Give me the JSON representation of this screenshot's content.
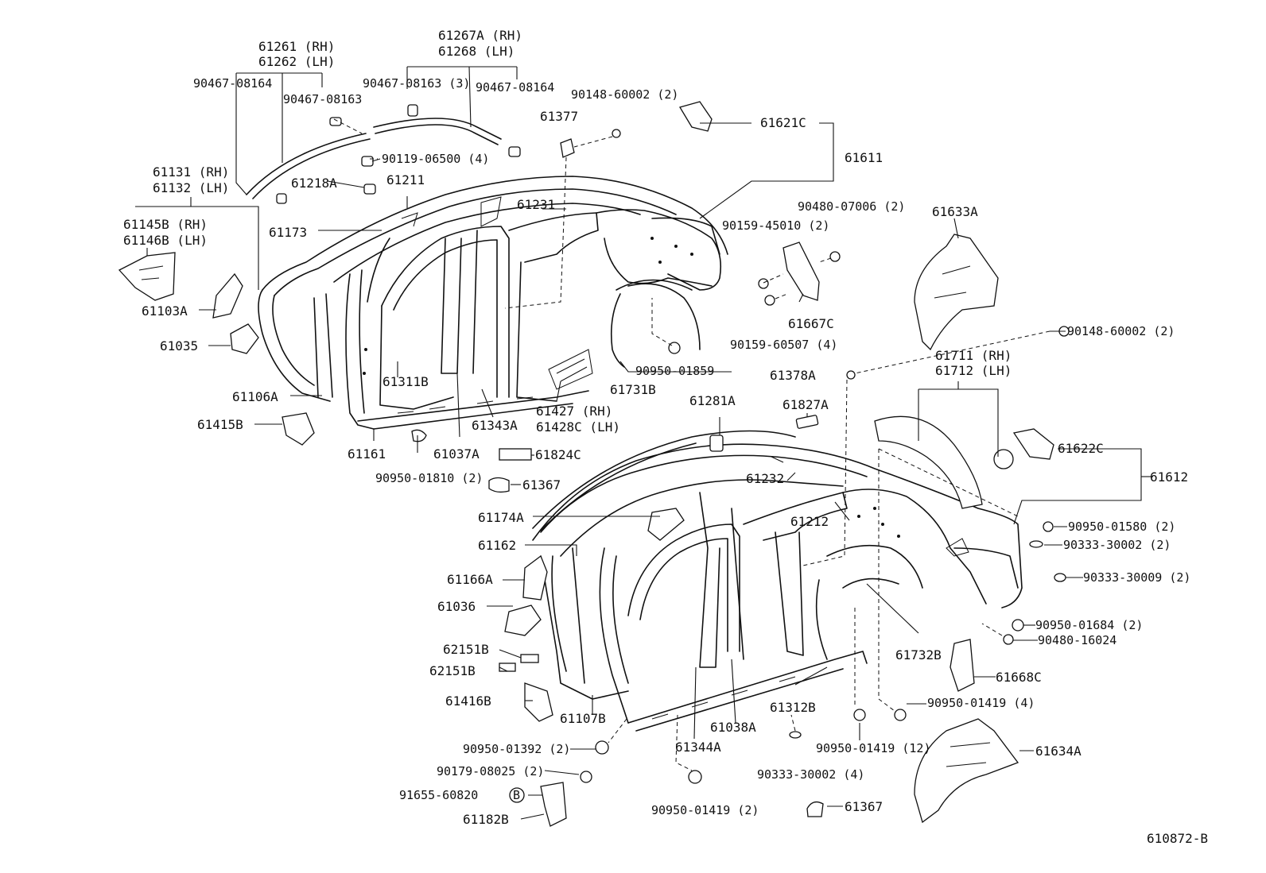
{
  "diagram_id": "610872-B",
  "parts": [
    {
      "key": "p61261",
      "text": "61261 (RH)"
    },
    {
      "key": "p61262",
      "text": "61262 (LH)"
    },
    {
      "key": "p90467a",
      "text": "90467-08164"
    },
    {
      "key": "p90467b",
      "text": "90467-08163"
    },
    {
      "key": "p61267",
      "text": "61267A (RH)"
    },
    {
      "key": "p61268",
      "text": "61268   (LH)"
    },
    {
      "key": "p90467c",
      "text": "90467-08163 (3)"
    },
    {
      "key": "p90467d",
      "text": "90467-08164"
    },
    {
      "key": "p90148a",
      "text": "90148-60002 (2)"
    },
    {
      "key": "p61377",
      "text": "61377"
    },
    {
      "key": "p61621",
      "text": "61621C"
    },
    {
      "key": "p61611",
      "text": "61611"
    },
    {
      "key": "p90119",
      "text": "90119-06500 (4)"
    },
    {
      "key": "p61131",
      "text": "61131 (RH)"
    },
    {
      "key": "p61132",
      "text": "61132 (LH)"
    },
    {
      "key": "p61218",
      "text": "61218A"
    },
    {
      "key": "p61211",
      "text": "61211"
    },
    {
      "key": "p61231",
      "text": "61231"
    },
    {
      "key": "p90480a",
      "text": "90480-07006 (2)"
    },
    {
      "key": "p90159a",
      "text": "90159-45010 (2)"
    },
    {
      "key": "p61633",
      "text": "61633A"
    },
    {
      "key": "p61145",
      "text": "61145B (RH)"
    },
    {
      "key": "p61146",
      "text": "61146B (LH)"
    },
    {
      "key": "p61173",
      "text": "61173"
    },
    {
      "key": "p61103",
      "text": "61103A"
    },
    {
      "key": "p61667",
      "text": "61667C"
    },
    {
      "key": "p90159b",
      "text": "90159-60507 (4)"
    },
    {
      "key": "p90148b",
      "text": "90148-60002 (2)"
    },
    {
      "key": "p61035",
      "text": "61035"
    },
    {
      "key": "p61711",
      "text": "61711 (RH)"
    },
    {
      "key": "p61712",
      "text": "61712 (LH)"
    },
    {
      "key": "p90950a",
      "text": "90950-01859"
    },
    {
      "key": "p61378",
      "text": "61378A"
    },
    {
      "key": "p61311",
      "text": "61311B"
    },
    {
      "key": "p61731",
      "text": "61731B"
    },
    {
      "key": "p61106",
      "text": "61106A"
    },
    {
      "key": "p61281",
      "text": "61281A"
    },
    {
      "key": "p61427",
      "text": "61427  (RH)"
    },
    {
      "key": "p61428",
      "text": "61428C (LH)"
    },
    {
      "key": "p61827",
      "text": "61827A"
    },
    {
      "key": "p61415",
      "text": "61415B"
    },
    {
      "key": "p61343",
      "text": "61343A"
    },
    {
      "key": "p61161",
      "text": "61161"
    },
    {
      "key": "p61037",
      "text": "61037A"
    },
    {
      "key": "p61824",
      "text": "61824C"
    },
    {
      "key": "p61622",
      "text": "61622C"
    },
    {
      "key": "p61612",
      "text": "61612"
    },
    {
      "key": "p90950b",
      "text": "90950-01810 (2)"
    },
    {
      "key": "p61367a",
      "text": "61367"
    },
    {
      "key": "p61232",
      "text": "61232"
    },
    {
      "key": "p61174",
      "text": "61174A"
    },
    {
      "key": "p61212",
      "text": "61212"
    },
    {
      "key": "p90950c",
      "text": "90950-01580 (2)"
    },
    {
      "key": "p90333a",
      "text": "90333-30002 (2)"
    },
    {
      "key": "p61162",
      "text": "61162"
    },
    {
      "key": "p90333b",
      "text": "90333-30009 (2)"
    },
    {
      "key": "p61166",
      "text": "61166A"
    },
    {
      "key": "p61036",
      "text": "61036"
    },
    {
      "key": "p90950d",
      "text": "90950-01684 (2)"
    },
    {
      "key": "p90480b",
      "text": "90480-16024"
    },
    {
      "key": "p62151a",
      "text": "62151B"
    },
    {
      "key": "p61732",
      "text": "61732B"
    },
    {
      "key": "p62151b",
      "text": "62151B"
    },
    {
      "key": "p61668",
      "text": "61668C"
    },
    {
      "key": "p61416",
      "text": "61416B"
    },
    {
      "key": "p61312",
      "text": "61312B"
    },
    {
      "key": "p90950e",
      "text": "90950-01419 (4)"
    },
    {
      "key": "p61107",
      "text": "61107B"
    },
    {
      "key": "p61038",
      "text": "61038A"
    },
    {
      "key": "p90950f",
      "text": "90950-01392 (2)"
    },
    {
      "key": "p61344",
      "text": "61344A"
    },
    {
      "key": "p90950g",
      "text": "90950-01419 (12)"
    },
    {
      "key": "p61634",
      "text": "61634A"
    },
    {
      "key": "p90179",
      "text": "90179-08025 (2)"
    },
    {
      "key": "p90333c",
      "text": "90333-30002 (4)"
    },
    {
      "key": "p91655",
      "text": "91655-60820"
    },
    {
      "key": "pB",
      "text": "B"
    },
    {
      "key": "p90950h",
      "text": "90950-01419 (2)"
    },
    {
      "key": "p61367b",
      "text": "61367"
    },
    {
      "key": "p61182",
      "text": "61182B"
    }
  ]
}
